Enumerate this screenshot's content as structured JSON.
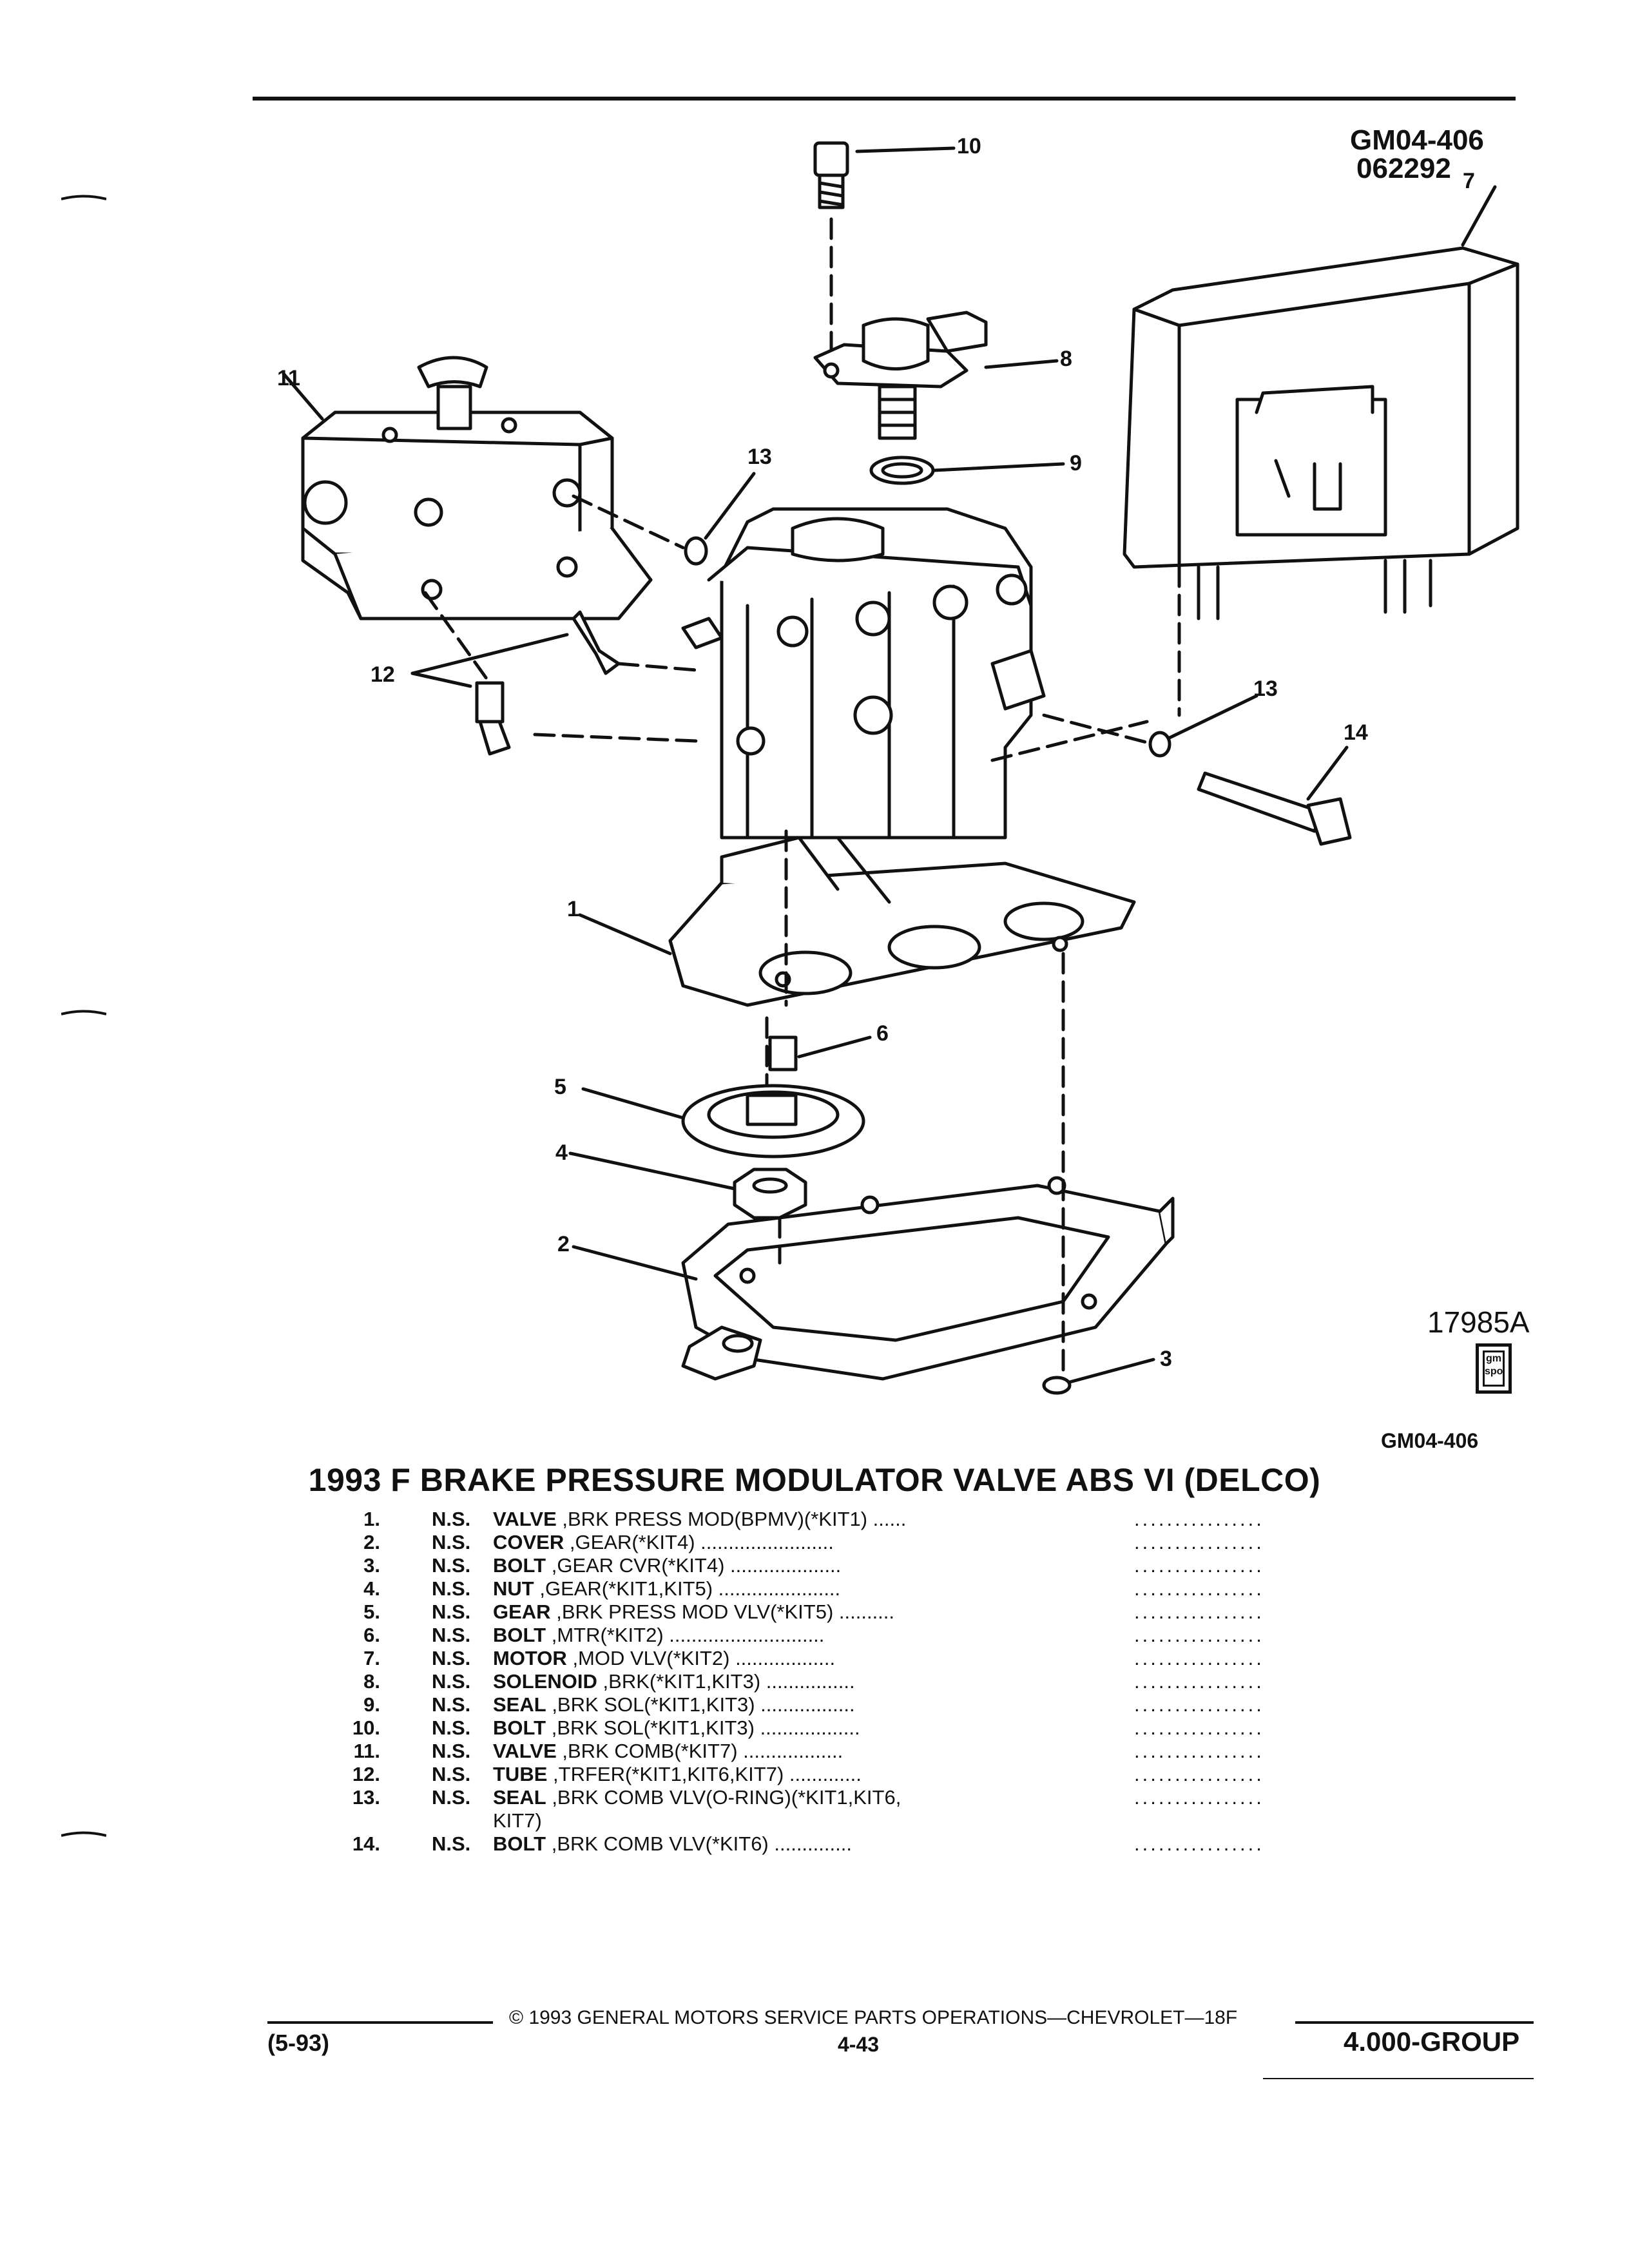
{
  "header": {
    "code": "GM04-406",
    "date_code": "062292"
  },
  "figure": {
    "ref_number": "17985A",
    "caption_code": "GM04-406",
    "callouts": [
      "1",
      "2",
      "3",
      "4",
      "5",
      "6",
      "7",
      "8",
      "9",
      "10",
      "11",
      "12",
      "13",
      "13",
      "14"
    ],
    "logo_text": "gm spo"
  },
  "parts_list": {
    "title": "1993 F BRAKE PRESSURE MODULATOR VALVE ABS VI (DELCO)",
    "items": [
      {
        "num": "1.",
        "ns": "N.S.",
        "name": "VALVE",
        "detail": ",BRK PRESS MOD(BPMV)(*KIT1)  ......",
        "dots": "................"
      },
      {
        "num": "2.",
        "ns": "N.S.",
        "name": "COVER",
        "detail": ",GEAR(*KIT4)  ........................",
        "dots": "................"
      },
      {
        "num": "3.",
        "ns": "N.S.",
        "name": "BOLT",
        "detail": ",GEAR CVR(*KIT4) ....................",
        "dots": "................"
      },
      {
        "num": "4.",
        "ns": "N.S.",
        "name": "NUT",
        "detail": ",GEAR(*KIT1,KIT5) ......................",
        "dots": "................"
      },
      {
        "num": "5.",
        "ns": "N.S.",
        "name": "GEAR",
        "detail": ",BRK PRESS MOD VLV(*KIT5) ..........",
        "dots": "................"
      },
      {
        "num": "6.",
        "ns": "N.S.",
        "name": "BOLT",
        "detail": ",MTR(*KIT2) ............................",
        "dots": "................"
      },
      {
        "num": "7.",
        "ns": "N.S.",
        "name": "MOTOR",
        "detail": ",MOD VLV(*KIT2) ..................",
        "dots": "................"
      },
      {
        "num": "8.",
        "ns": "N.S.",
        "name": "SOLENOID",
        "detail": ",BRK(*KIT1,KIT3) ................",
        "dots": "................"
      },
      {
        "num": "9.",
        "ns": "N.S.",
        "name": "SEAL",
        "detail": ",BRK SOL(*KIT1,KIT3) .................",
        "dots": "................"
      },
      {
        "num": "10.",
        "ns": "N.S.",
        "name": "BOLT",
        "detail": ",BRK SOL(*KIT1,KIT3) ..................",
        "dots": "................"
      },
      {
        "num": "11.",
        "ns": "N.S.",
        "name": "VALVE",
        "detail": ",BRK COMB(*KIT7) ..................",
        "dots": "................"
      },
      {
        "num": "12.",
        "ns": "N.S.",
        "name": "TUBE",
        "detail": ",TRFER(*KIT1,KIT6,KIT7) .............",
        "dots": "................"
      },
      {
        "num": "13.",
        "ns": "N.S.",
        "name": "SEAL",
        "detail": ",BRK COMB VLV(O-RING)(*KIT1,KIT6,",
        "dots": "................"
      },
      {
        "num": "14.",
        "ns": "N.S.",
        "name": "BOLT",
        "detail": ",BRK COMB VLV(*KIT6) ..............",
        "dots": "................"
      }
    ],
    "item13_continuation": "KIT7)"
  },
  "footer": {
    "copyright": "© 1993 GENERAL MOTORS SERVICE PARTS OPERATIONS—CHEVROLET—18F",
    "page": "4-43",
    "date": "(5-93)",
    "group": "4.000-GROUP"
  }
}
